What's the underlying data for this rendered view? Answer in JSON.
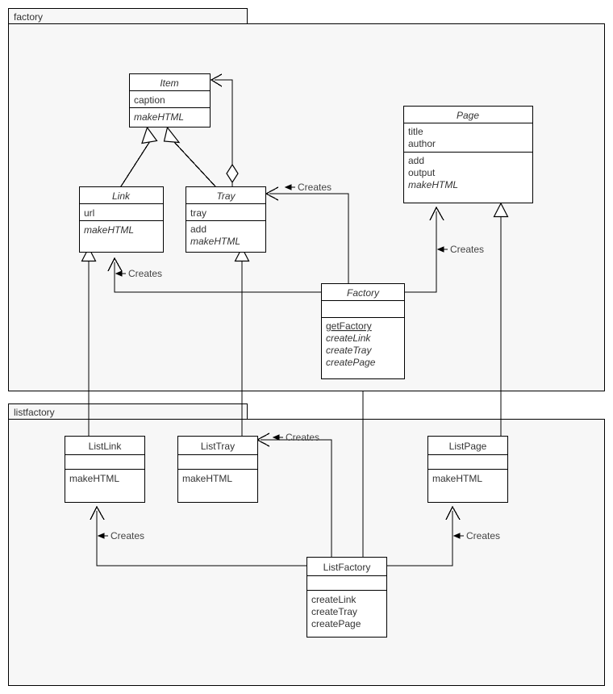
{
  "diagram": {
    "kind": "uml-class-diagram",
    "packages": [
      {
        "id": "factory",
        "label": "factory"
      },
      {
        "id": "listfactory",
        "label": "listfactory"
      }
    ],
    "classes": [
      {
        "id": "item",
        "name": "Item",
        "abstract": true,
        "attributes": [
          "caption"
        ],
        "operations": [
          "makeHTML"
        ],
        "operations_italic": [
          true
        ]
      },
      {
        "id": "page",
        "name": "Page",
        "abstract": true,
        "attributes": [
          "title",
          "author"
        ],
        "operations": [
          "add",
          "output",
          "makeHTML"
        ],
        "operations_italic": [
          false,
          false,
          true
        ]
      },
      {
        "id": "link",
        "name": "Link",
        "abstract": true,
        "attributes": [
          "url"
        ],
        "operations": [
          "makeHTML"
        ],
        "operations_italic": [
          true
        ]
      },
      {
        "id": "tray",
        "name": "Tray",
        "abstract": true,
        "attributes": [
          "tray"
        ],
        "operations": [
          "add",
          "makeHTML"
        ],
        "operations_italic": [
          false,
          true
        ]
      },
      {
        "id": "factoryclass",
        "name": "Factory",
        "abstract": true,
        "attributes": [],
        "operations": [
          "getFactory",
          "createLink",
          "createTray",
          "createPage"
        ],
        "operations_italic": [
          false,
          true,
          true,
          true
        ],
        "operations_underline": [
          true,
          false,
          false,
          false
        ]
      },
      {
        "id": "listlink",
        "name": "ListLink",
        "abstract": false,
        "attributes": [],
        "operations": [
          "makeHTML"
        ],
        "operations_italic": [
          false
        ]
      },
      {
        "id": "listtray",
        "name": "ListTray",
        "abstract": false,
        "attributes": [],
        "operations": [
          "makeHTML"
        ],
        "operations_italic": [
          false
        ]
      },
      {
        "id": "listpage",
        "name": "ListPage",
        "abstract": false,
        "attributes": [],
        "operations": [
          "makeHTML"
        ],
        "operations_italic": [
          false
        ]
      },
      {
        "id": "listfactoryclass",
        "name": "ListFactory",
        "abstract": false,
        "attributes": [],
        "operations": [
          "createLink",
          "createTray",
          "createPage"
        ],
        "operations_italic": [
          false,
          false,
          false
        ]
      }
    ],
    "relationships": [
      {
        "id": "link-item",
        "type": "generalization",
        "from": "Link",
        "to": "Item",
        "label": ""
      },
      {
        "id": "tray-item",
        "type": "generalization",
        "from": "Tray",
        "to": "Item",
        "label": ""
      },
      {
        "id": "tray-aggregation-item",
        "type": "aggregation",
        "from": "Tray",
        "to": "Item",
        "label": ""
      },
      {
        "id": "factory-link",
        "type": "dependency",
        "from": "Factory",
        "to": "Link",
        "label": "Creates"
      },
      {
        "id": "factory-tray",
        "type": "dependency",
        "from": "Factory",
        "to": "Tray",
        "label": "Creates"
      },
      {
        "id": "factory-page",
        "type": "dependency",
        "from": "Factory",
        "to": "Page",
        "label": "Creates"
      },
      {
        "id": "listlink-link",
        "type": "generalization",
        "from": "ListLink",
        "to": "Link",
        "label": ""
      },
      {
        "id": "listtray-tray",
        "type": "generalization",
        "from": "ListTray",
        "to": "Tray",
        "label": ""
      },
      {
        "id": "listpage-page",
        "type": "generalization",
        "from": "ListPage",
        "to": "Page",
        "label": ""
      },
      {
        "id": "listfactory-factory",
        "type": "generalization",
        "from": "ListFactory",
        "to": "Factory",
        "label": ""
      },
      {
        "id": "listfactory-listlink",
        "type": "dependency",
        "from": "ListFactory",
        "to": "ListLink",
        "label": "Creates"
      },
      {
        "id": "listfactory-listtray",
        "type": "dependency",
        "from": "ListFactory",
        "to": "ListTray",
        "label": "Creates"
      },
      {
        "id": "listfactory-listpage",
        "type": "dependency",
        "from": "ListFactory",
        "to": "ListPage",
        "label": "Creates"
      }
    ],
    "edge_labels": {
      "creates": "Creates"
    },
    "colors": {
      "package_fill": "#f7f7f7",
      "class_fill": "#ffffff",
      "stroke": "#000000",
      "text": "#333333",
      "canvas": "#ffffff"
    }
  }
}
